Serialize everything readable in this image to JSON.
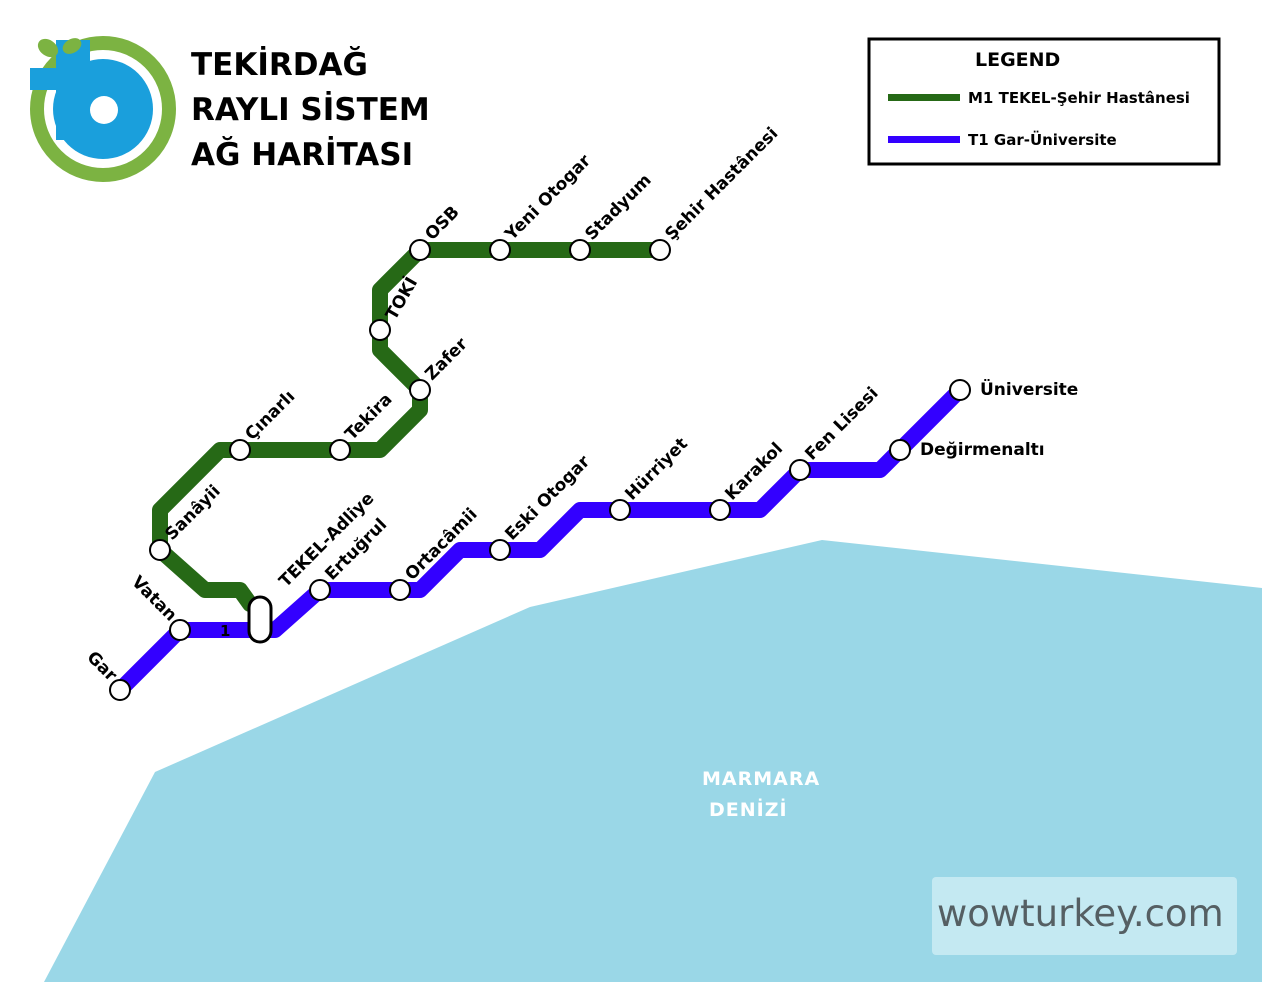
{
  "title": {
    "line1": "TEKİRDAĞ",
    "line2": "RAYLI SİSTEM",
    "line3": "AĞ HARİTASI"
  },
  "legend": {
    "title": "LEGEND",
    "items": [
      {
        "label": "M1 TEKEL-Şehir Hastânesi",
        "color": "#266916"
      },
      {
        "label": "T1 Gar-Üniversite",
        "color": "#3300ff"
      }
    ]
  },
  "lines": {
    "m1": {
      "name": "M1 TEKEL-Şehir Hastânesi",
      "color": "#266916",
      "stations": [
        "TEKEL-Adliye",
        "Sanâyii",
        "Çınarlı",
        "Tekira",
        "Zafer",
        "TOKİ",
        "OSB",
        "Yeni Otogar",
        "Stadyum",
        "Şehir Hastânesi"
      ]
    },
    "t1": {
      "name": "T1 Gar-Üniversite",
      "color": "#3300ff",
      "stations": [
        "Gar",
        "Vatan",
        "TEKEL-Adliye",
        "Ertuğrul",
        "Ortacâmii",
        "Eski Otogar",
        "Hürriyet",
        "Karakol",
        "Fen Lisesi",
        "Değirmenaltı",
        "Üniversite"
      ]
    }
  },
  "interchange_marker": "1",
  "sea": {
    "line1": "MARMARA",
    "line2": "DENİZİ",
    "color": "#9ad7e7"
  },
  "watermark": "wowturkey.com",
  "logo": {
    "green": "#7cb342",
    "blue": "#1a9fdc"
  }
}
